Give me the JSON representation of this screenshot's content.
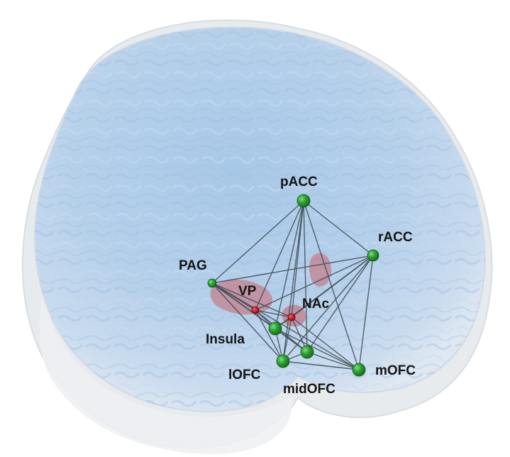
{
  "colors": {
    "brain_fill": "#b8d2ec",
    "brain_outline": "#d9dde2",
    "shell_fill": "#e8eaec",
    "edge": "#3d4a52",
    "node_green": "#2fa136",
    "node_red": "#c0202a",
    "region_red": "#c47a86",
    "label": "#141414"
  },
  "nodes": [
    {
      "id": "pACC",
      "label": "pACC",
      "type": "cortical",
      "color": "green"
    },
    {
      "id": "rACC",
      "label": "rACC",
      "type": "cortical",
      "color": "green"
    },
    {
      "id": "PAG",
      "label": "PAG",
      "type": "cortical",
      "color": "green"
    },
    {
      "id": "VP",
      "label": "VP",
      "type": "subcortical",
      "color": "red"
    },
    {
      "id": "NAc",
      "label": "NAc",
      "type": "subcortical",
      "color": "red"
    },
    {
      "id": "Insula",
      "label": "Insula",
      "type": "cortical",
      "color": "green"
    },
    {
      "id": "lOFC",
      "label": "lOFC",
      "type": "cortical",
      "color": "green"
    },
    {
      "id": "midOFC",
      "label": "midOFC",
      "type": "cortical",
      "color": "green"
    },
    {
      "id": "mOFC",
      "label": "mOFC",
      "type": "cortical",
      "color": "green"
    }
  ],
  "edges": [
    [
      "pACC",
      "PAG"
    ],
    [
      "pACC",
      "rACC"
    ],
    [
      "pACC",
      "VP"
    ],
    [
      "pACC",
      "NAc"
    ],
    [
      "pACC",
      "Insula"
    ],
    [
      "pACC",
      "lOFC"
    ],
    [
      "pACC",
      "midOFC"
    ],
    [
      "pACC",
      "mOFC"
    ],
    [
      "rACC",
      "PAG"
    ],
    [
      "rACC",
      "VP"
    ],
    [
      "rACC",
      "NAc"
    ],
    [
      "rACC",
      "Insula"
    ],
    [
      "rACC",
      "lOFC"
    ],
    [
      "rACC",
      "midOFC"
    ],
    [
      "rACC",
      "mOFC"
    ],
    [
      "PAG",
      "VP"
    ],
    [
      "PAG",
      "NAc"
    ],
    [
      "PAG",
      "Insula"
    ],
    [
      "PAG",
      "lOFC"
    ],
    [
      "PAG",
      "midOFC"
    ],
    [
      "PAG",
      "mOFC"
    ],
    [
      "VP",
      "NAc"
    ],
    [
      "VP",
      "Insula"
    ],
    [
      "VP",
      "lOFC"
    ],
    [
      "VP",
      "midOFC"
    ],
    [
      "NAc",
      "Insula"
    ],
    [
      "NAc",
      "lOFC"
    ],
    [
      "NAc",
      "midOFC"
    ],
    [
      "NAc",
      "mOFC"
    ],
    [
      "Insula",
      "lOFC"
    ],
    [
      "Insula",
      "midOFC"
    ],
    [
      "Insula",
      "mOFC"
    ],
    [
      "lOFC",
      "midOFC"
    ],
    [
      "lOFC",
      "mOFC"
    ],
    [
      "midOFC",
      "mOFC"
    ]
  ]
}
